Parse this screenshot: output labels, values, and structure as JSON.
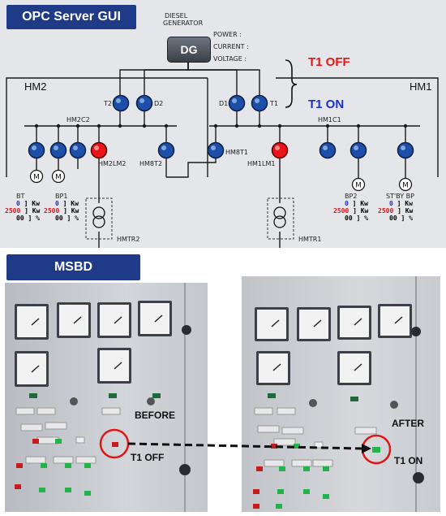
{
  "opc_header": {
    "title": "OPC Server GUI"
  },
  "generator": {
    "title_line1": "DIESEL",
    "title_line2": "GENERATOR",
    "button_label": "DG",
    "power_label": "POWER :",
    "current_label": "CURRENT :",
    "voltage_label": "VOLTAGE :"
  },
  "annotations": {
    "t1_off": "T1 OFF",
    "t1_on": "T1 ON"
  },
  "panels": {
    "hm2": "HM2",
    "hm1": "HM1"
  },
  "breakers": {
    "t2": "T2",
    "d2": "D2",
    "d1": "D1",
    "t1": "T1",
    "hm2c2": "HM2C2",
    "hm1c1": "HM1C1",
    "hm2lm2": "HM2LM2",
    "hm8t2": "HM8T2",
    "hm8t1": "HM8T1",
    "hm1lm1": "HM1LM1"
  },
  "transformers": {
    "hmtr2": "HMTR2",
    "hmtr1": "HMTR1"
  },
  "motor_symbol": "M",
  "loads": [
    {
      "name": "BT",
      "v1": "0",
      "u1": "] Kw",
      "v2": "2500",
      "u2": "] Kw",
      "v3": "00",
      "u3": "] %"
    },
    {
      "name": "BP1",
      "v1": "0",
      "u1": "] Kw",
      "v2": "2500",
      "u2": "] Kw",
      "v3": "00",
      "u3": "] %"
    },
    {
      "name": "BP2",
      "v1": "0",
      "u1": "] Kw",
      "v2": "2500",
      "u2": "] Kw",
      "v3": "00",
      "u3": "] %"
    },
    {
      "name": "ST'BY BP",
      "v1": "0",
      "u1": "] Kw",
      "v2": "2500",
      "u2": "] Kw",
      "v3": "00",
      "u3": "] %"
    }
  ],
  "msbd_header": {
    "title": "MSBD"
  },
  "photo_labels": {
    "before": "BEFORE",
    "t1_off": "T1 OFF",
    "after": "AFTER",
    "t1_on": "T1 ON"
  },
  "colors": {
    "header_blue": "#1f3a86",
    "breaker_on": "#e8141a",
    "breaker_off": "#1d4fa8",
    "annotation_red": "#e01515",
    "annotation_blue": "#1a2fd0"
  }
}
